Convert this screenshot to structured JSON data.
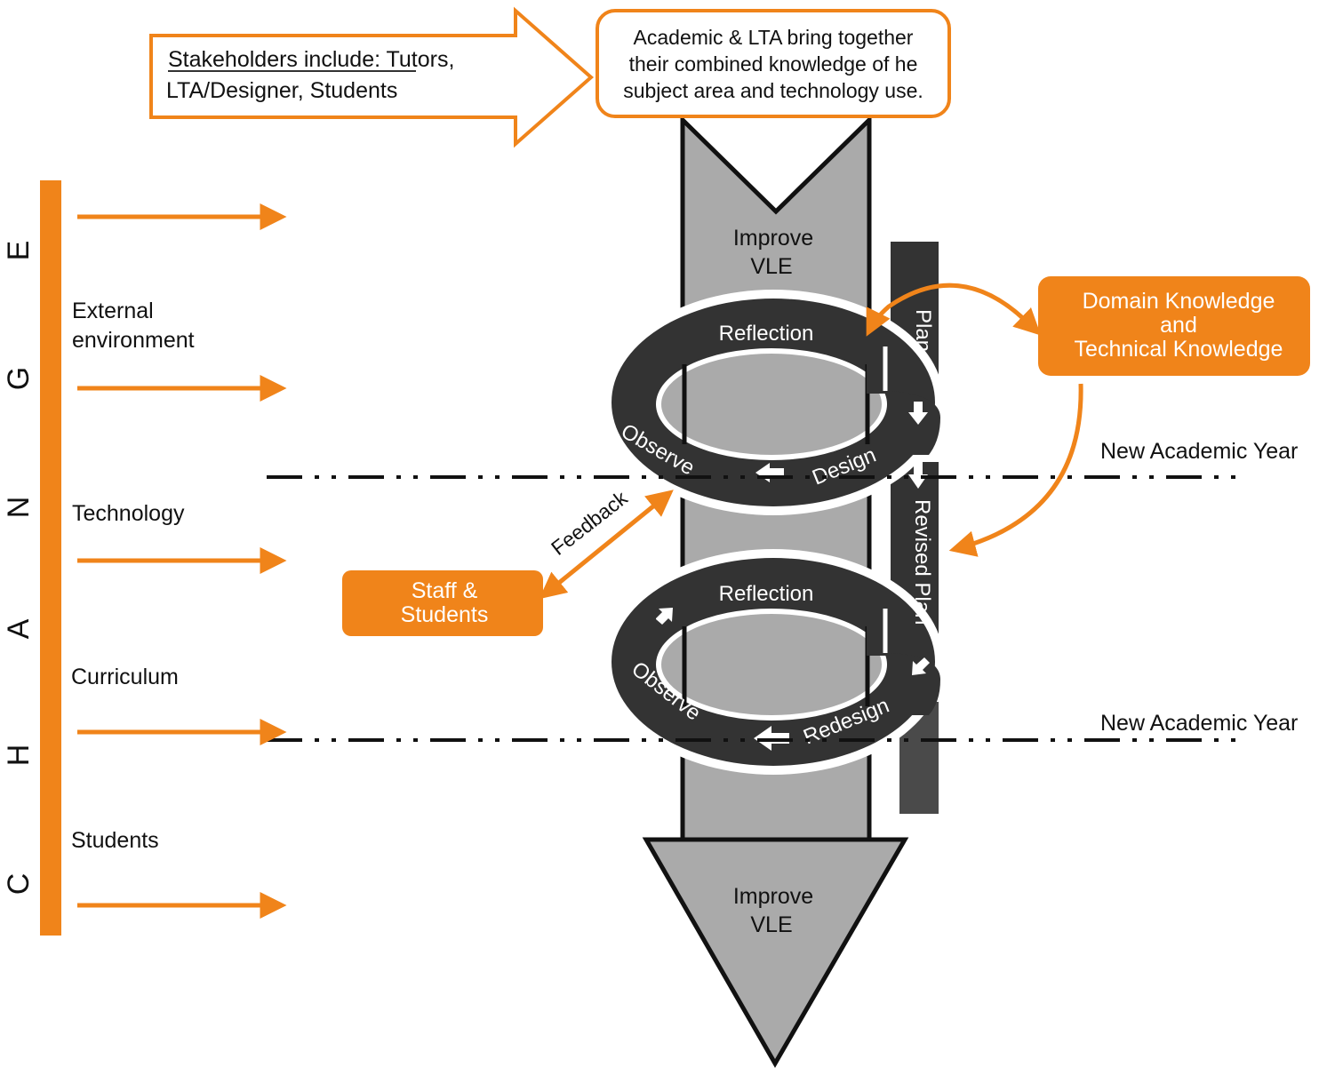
{
  "colors": {
    "orange": "#F0841A",
    "dark": "#333333",
    "gray": "#AAAAAA",
    "black": "#111111",
    "white": "#FFFFFF"
  },
  "stakeholders_arrow": {
    "label_underlined": "Stakeholders include:",
    "line1_rest": " Tutors,",
    "line2": "LTA/Designer, Students"
  },
  "academic_box": {
    "lines": [
      "Academic & LTA bring together",
      "their combined knowledge of he",
      "subject area and technology use."
    ]
  },
  "change_bar": {
    "letters": [
      "C",
      "H",
      "A",
      "N",
      "G",
      "E"
    ],
    "factors": [
      {
        "label_lines": [
          "External",
          "environment"
        ]
      },
      {
        "label_lines": [
          "Technology"
        ]
      },
      {
        "label_lines": [
          "Curriculum"
        ]
      },
      {
        "label_lines": [
          "Students"
        ]
      }
    ]
  },
  "vle_column": {
    "top_label": [
      "Improve",
      "VLE"
    ],
    "bottom_label": [
      "Improve",
      "VLE"
    ]
  },
  "cycle1": {
    "reflection": "Reflection",
    "observe": "Observe",
    "design": "Design",
    "plan": "Plan"
  },
  "cycle2": {
    "reflection": "Reflection",
    "observe": "Observe",
    "redesign": "Redesign",
    "plan": "Revised Plan"
  },
  "domain_box": {
    "lines": [
      "Domain Knowledge",
      "and",
      "Technical Knowledge"
    ]
  },
  "staff_box": {
    "lines": [
      "Staff &",
      "Students"
    ]
  },
  "feedback_label": "Feedback",
  "year_lines": [
    {
      "label": "New Academic Year"
    },
    {
      "label": "New Academic Year"
    }
  ]
}
